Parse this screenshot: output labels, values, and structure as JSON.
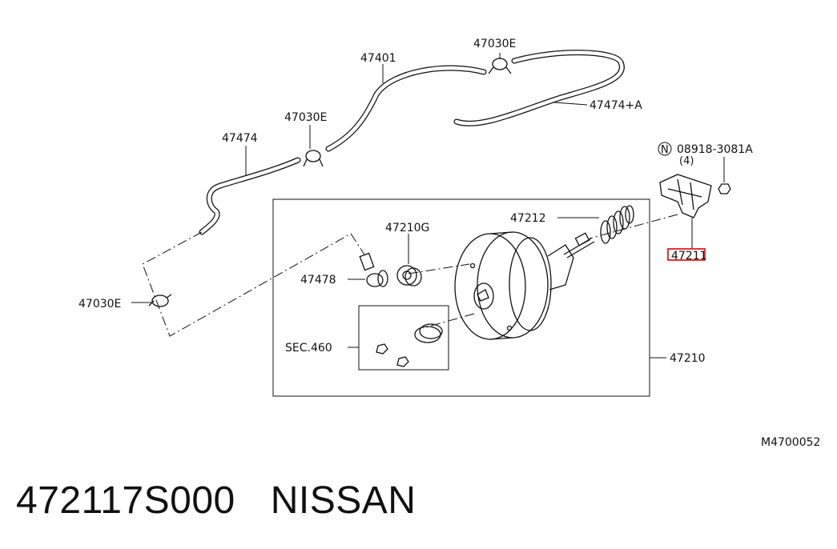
{
  "diagram": {
    "labels": {
      "p47401": "47401",
      "p47030e_top": "47030E",
      "p47474a": "47474+A",
      "p47030e_mid": "47030E",
      "p47474": "47474",
      "p08918": "08918-3081A",
      "p08918_circle": "N",
      "p08918_qty": "(4)",
      "p47212": "47212",
      "p47210g": "47210G",
      "p47211": "47211",
      "p47478": "47478",
      "p47030e_left": "47030E",
      "sec460": "SEC.460",
      "p47210": "47210",
      "drawing_id": "M4700052"
    },
    "highlight_color": "#e00000"
  },
  "caption": {
    "part_number": "472117S000",
    "brand": "NISSAN"
  }
}
